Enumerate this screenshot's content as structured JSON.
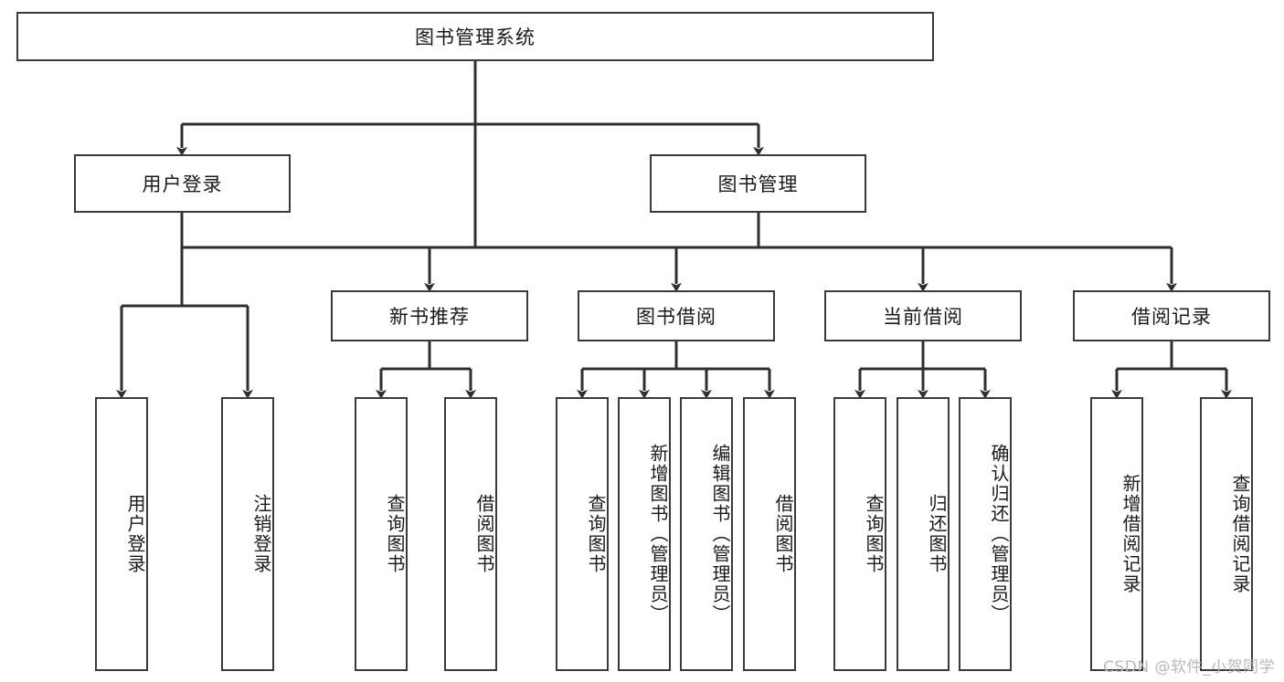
{
  "diagram": {
    "type": "tree",
    "title": "图书管理系统",
    "orientation": "top-down",
    "edge_style": "orthogonal-arrow",
    "colors": {
      "box_border": "#3a3a3a",
      "box_fill": "#ffffff",
      "edge": "#2f2f2f",
      "text": "#1a1a1a",
      "watermark": "#b9b9b9"
    },
    "levels": {
      "root": {
        "label": "图书管理系统"
      },
      "level2": [
        {
          "id": "user-login",
          "label": "用户登录"
        },
        {
          "id": "book-manage",
          "label": "图书管理"
        }
      ],
      "level3": [
        {
          "id": "new-book-recommend",
          "label": "新书推荐",
          "parent": "book-manage"
        },
        {
          "id": "book-borrow",
          "label": "图书借阅",
          "parent": "book-manage"
        },
        {
          "id": "current-borrow",
          "label": "当前借阅",
          "parent": "book-manage"
        },
        {
          "id": "borrow-record",
          "label": "借阅记录",
          "parent": "book-manage"
        }
      ],
      "leaves": [
        {
          "id": "leaf-user-login",
          "label": "用户登录",
          "parent": "user-login"
        },
        {
          "id": "leaf-user-logout",
          "label": "注销登录",
          "parent": "user-login"
        },
        {
          "id": "leaf-query-book-1",
          "label": "查询图书",
          "parent": "new-book-recommend"
        },
        {
          "id": "leaf-borrow-book-1",
          "label": "借阅图书",
          "parent": "new-book-recommend"
        },
        {
          "id": "leaf-query-book-2",
          "label": "查询图书",
          "parent": "book-borrow"
        },
        {
          "id": "leaf-add-book-admin",
          "label": "新增图书（管理员）",
          "parent": "book-borrow"
        },
        {
          "id": "leaf-edit-book-admin",
          "label": "编辑图书（管理员）",
          "parent": "book-borrow"
        },
        {
          "id": "leaf-borrow-book-2",
          "label": "借阅图书",
          "parent": "book-borrow"
        },
        {
          "id": "leaf-query-book-3",
          "label": "查询图书",
          "parent": "current-borrow"
        },
        {
          "id": "leaf-return-book",
          "label": "归还图书",
          "parent": "current-borrow"
        },
        {
          "id": "leaf-confirm-return-admin",
          "label": "确认归还（管理员）",
          "parent": "current-borrow"
        },
        {
          "id": "leaf-add-borrow-record",
          "label": "新增借阅记录",
          "parent": "borrow-record"
        },
        {
          "id": "leaf-query-borrow-record",
          "label": "查询借阅记录",
          "parent": "borrow-record"
        }
      ]
    }
  },
  "watermark": {
    "text": "CSDN @软件_小贺同学"
  }
}
